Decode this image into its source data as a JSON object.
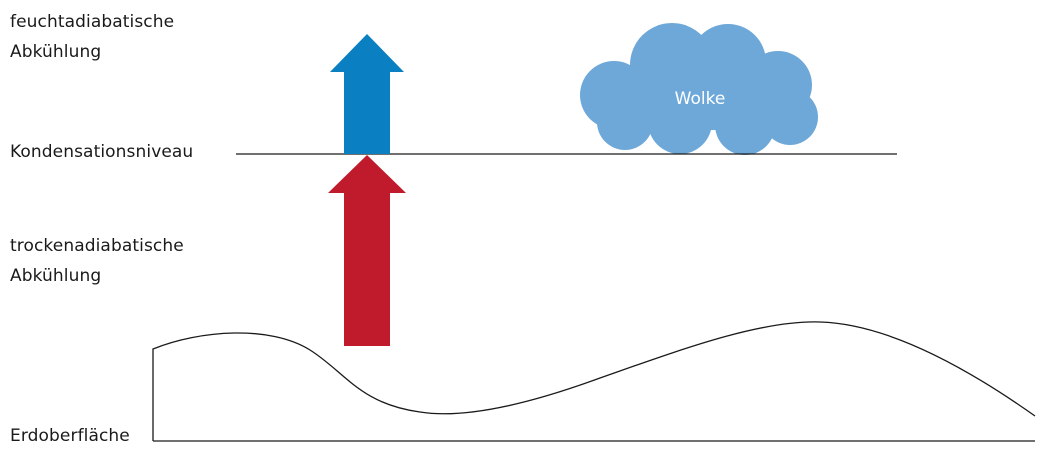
{
  "labels": {
    "moist_adiabatic_line1": "feuchtadiabatische",
    "moist_adiabatic_line2": "Abkühlung",
    "condensation_level": "Kondensationsniveau",
    "dry_adiabatic_line1": "trockenadiabatische",
    "dry_adiabatic_line2": "Abkühlung",
    "earth_surface": "Erdoberfläche",
    "cloud": "Wolke"
  },
  "colors": {
    "moist_arrow": "#0a7fc2",
    "dry_arrow": "#bf1b2c",
    "cloud": "#6ea8d9",
    "cloud_text": "#ffffff",
    "lines": "#1a1a1a"
  }
}
